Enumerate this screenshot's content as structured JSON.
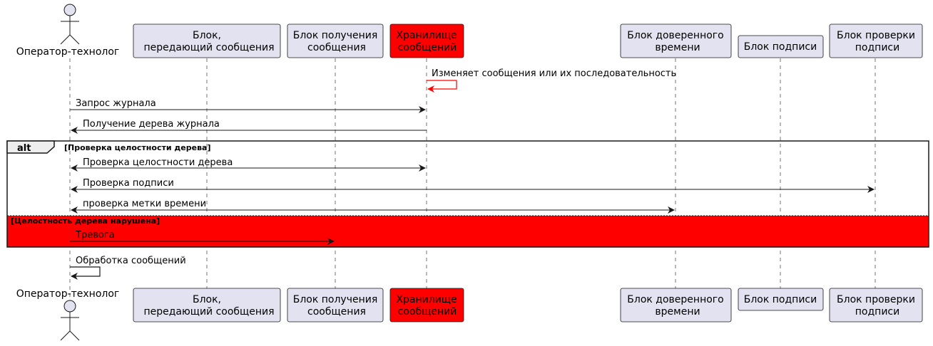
{
  "diagram": {
    "type": "sequence",
    "participants": [
      {
        "id": "operator",
        "kind": "actor",
        "label_lines": [
          "Оператор-технолог"
        ],
        "color": "#E2E2F0"
      },
      {
        "id": "sender",
        "kind": "box",
        "label_lines": [
          "Блок,",
          "передающий сообщения"
        ],
        "color": "#E2E2F0"
      },
      {
        "id": "receiver",
        "kind": "box",
        "label_lines": [
          "Блок получения",
          "сообщения"
        ],
        "color": "#E2E2F0"
      },
      {
        "id": "storage",
        "kind": "box",
        "label_lines": [
          "Хранилище",
          "сообщений"
        ],
        "color": "#FF0000"
      },
      {
        "id": "tsa",
        "kind": "box",
        "label_lines": [
          "Блок доверенного",
          "времени"
        ],
        "color": "#E2E2F0"
      },
      {
        "id": "signer",
        "kind": "box",
        "label_lines": [
          "Блок подписи"
        ],
        "color": "#E2E2F0"
      },
      {
        "id": "verifier",
        "kind": "box",
        "label_lines": [
          "Блок проверки",
          "подписи"
        ],
        "color": "#E2E2F0"
      }
    ],
    "messages": [
      {
        "id": "m1",
        "from": "storage",
        "to": "storage",
        "label": "Изменяет сообщения или их последовательность",
        "color": "#FF0000",
        "bidirectional": false
      },
      {
        "id": "m2",
        "from": "operator",
        "to": "storage",
        "label": "Запрос журнала",
        "color": "#181818",
        "bidirectional": false
      },
      {
        "id": "m3",
        "from": "storage",
        "to": "operator",
        "label": "Получение дерева журнала",
        "color": "#181818",
        "bidirectional": false
      },
      {
        "id": "m4",
        "from": "operator",
        "to": "storage",
        "label": "Проверка целостности дерева",
        "color": "#181818",
        "bidirectional": true
      },
      {
        "id": "m5",
        "from": "operator",
        "to": "verifier",
        "label": "Проверка подписи",
        "color": "#181818",
        "bidirectional": true
      },
      {
        "id": "m6",
        "from": "operator",
        "to": "tsa",
        "label": "проверка метки времени",
        "color": "#181818",
        "bidirectional": true
      },
      {
        "id": "m7",
        "from": "operator",
        "to": "receiver",
        "label": "Тревога",
        "color": "#181818",
        "bidirectional": false
      },
      {
        "id": "m8",
        "from": "operator",
        "to": "operator",
        "label": "Обработка сообщений",
        "color": "#181818",
        "bidirectional": false
      }
    ],
    "alt_fragment": {
      "tag": "alt",
      "guard_1": "[Проверка целостности дерева]",
      "guard_2": "[Целостность дерева нарушена]",
      "else_color": "#FF0000"
    }
  }
}
